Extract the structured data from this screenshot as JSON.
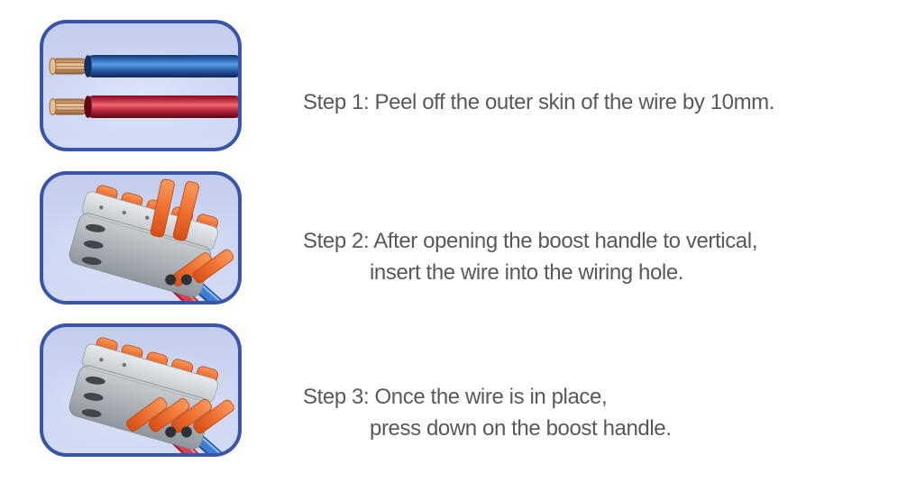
{
  "colors": {
    "page_bg": "#ffffff",
    "panel_border": "#3a55a8",
    "panel_bg": "#ccd5f1",
    "panel_bg_light": "#dde4f8",
    "text": "#595959",
    "wire_blue": "#2e6cbe",
    "wire_red": "#cf2d42",
    "copper": "#e2b88d",
    "connector_gray": "#b3b9bf",
    "lever_orange": "#ec6a2f"
  },
  "steps": [
    {
      "illustration": "two-stripped-wires",
      "lines": [
        "Step 1: Peel off the outer skin of the wire by 10mm."
      ]
    },
    {
      "illustration": "connector-boost-handles-open-wires-inserted",
      "lines": [
        "Step 2: After opening the boost handle to vertical,",
        "insert the wire into the wiring hole."
      ]
    },
    {
      "illustration": "connector-boost-handles-pressed-down",
      "lines": [
        "Step 3: Once the wire is in place,",
        "press down on the boost handle."
      ]
    }
  ]
}
